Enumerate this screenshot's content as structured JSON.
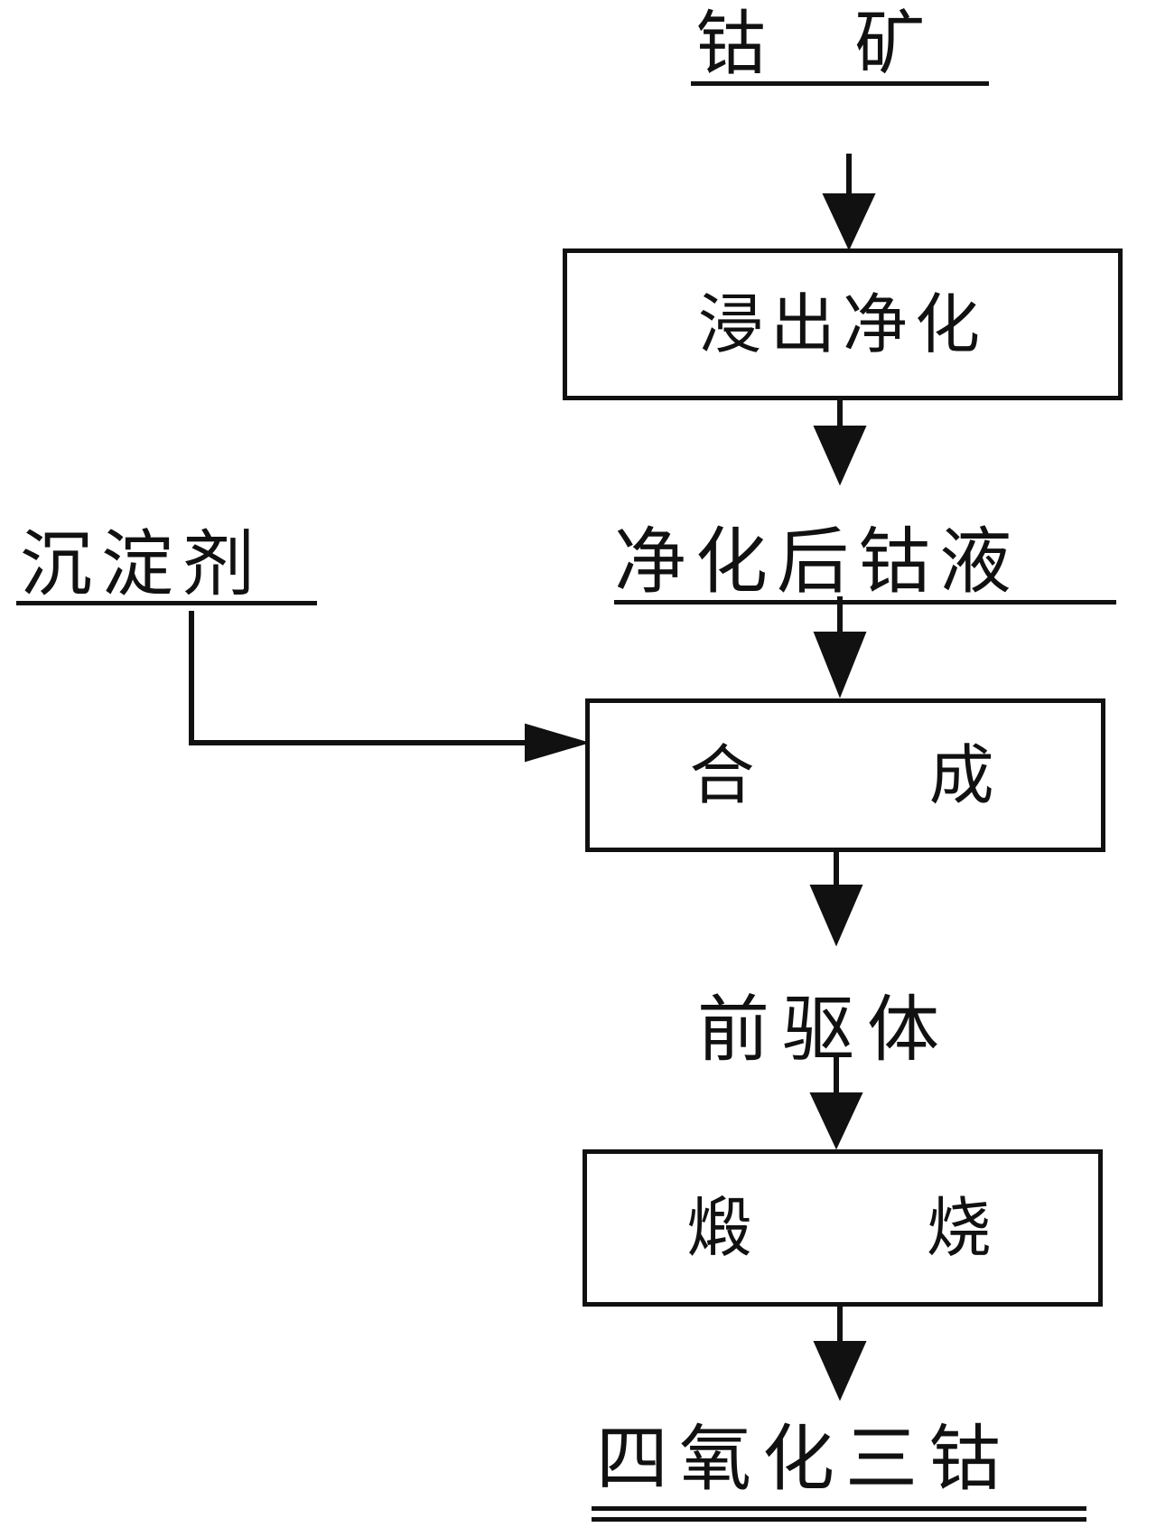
{
  "nodes": {
    "cobalt_ore": "钴   矿",
    "leach_purify": "浸出净化",
    "purified_solution": "净化后钴液",
    "precipitant": "沉淀剂",
    "synthesis": "合      成",
    "precursor": "前驱体",
    "calcination": "煅      烧",
    "product": "四氧化三钴"
  },
  "colors": {
    "line": "#111111",
    "background": "#ffffff"
  }
}
